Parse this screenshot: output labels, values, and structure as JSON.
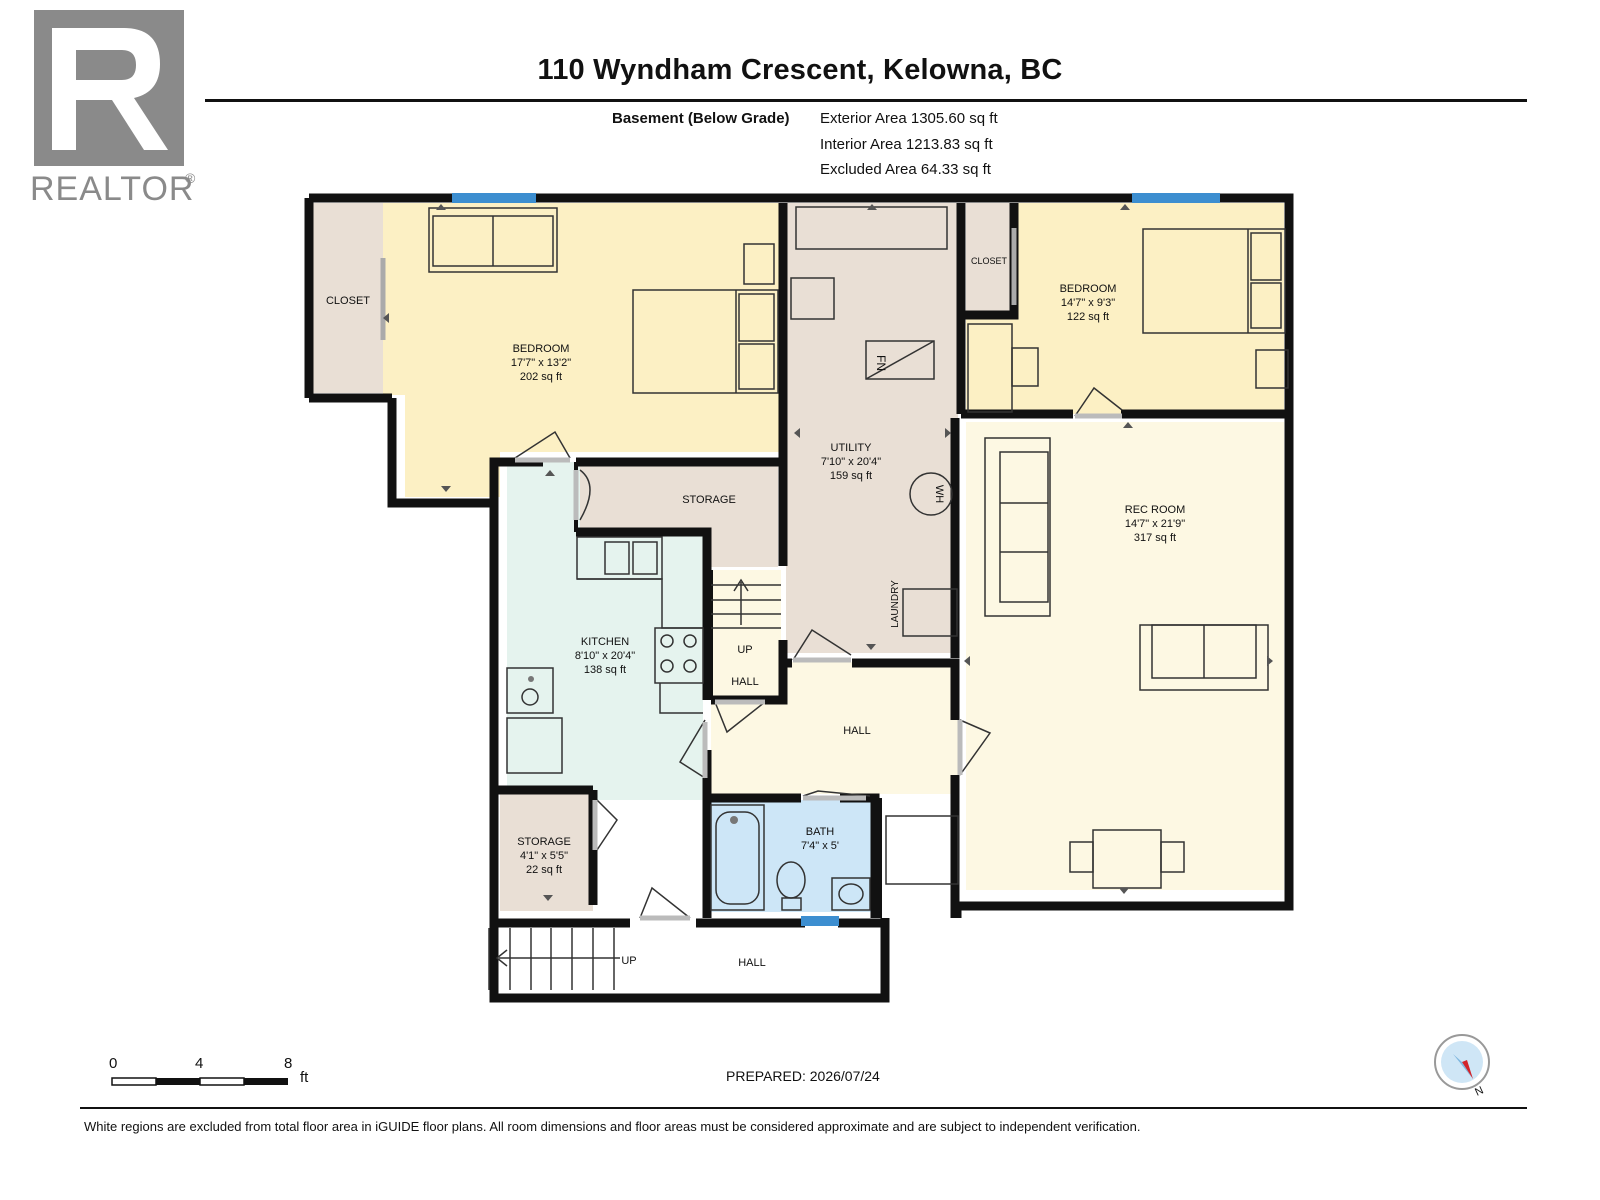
{
  "header": {
    "title": "110 Wyndham Crescent, Kelowna, BC",
    "level_name": "Basement (Below Grade)",
    "exterior_area": "Exterior Area 1305.60 sq ft",
    "interior_area": "Interior Area 1213.83 sq ft",
    "excluded_area": "Excluded Area 64.33 sq ft"
  },
  "logo": {
    "text": "REALTOR",
    "mark": "®"
  },
  "rooms": {
    "closet_left": {
      "name": "CLOSET"
    },
    "bedroom_left": {
      "name": "BEDROOM",
      "dims": "17'7\" x 13'2\"",
      "area": "202 sq ft"
    },
    "utility": {
      "name": "UTILITY",
      "dims": "7'10\" x 20'4\"",
      "area": "159 sq ft"
    },
    "closet_right": {
      "name": "CLOSET"
    },
    "bedroom_right": {
      "name": "BEDROOM",
      "dims": "14'7\" x 9'3\"",
      "area": "122 sq ft"
    },
    "storage_top": {
      "name": "STORAGE"
    },
    "rec_room": {
      "name": "REC ROOM",
      "dims": "14'7\" x 21'9\"",
      "area": "317 sq ft"
    },
    "kitchen": {
      "name": "KITCHEN",
      "dims": "8'10\" x 20'4\"",
      "area": "138 sq ft"
    },
    "stair_hall": {
      "up": "UP",
      "name": "HALL"
    },
    "hall_mid": {
      "name": "HALL"
    },
    "bath": {
      "name": "BATH",
      "dims": "7'4\" x 5'"
    },
    "storage_small": {
      "name": "STORAGE",
      "dims": "4'1\" x 5'5\"",
      "area": "22 sq ft"
    },
    "hall_bottom": {
      "up": "UP",
      "name": "HALL"
    }
  },
  "fixtures": {
    "furnace": "FN",
    "water_heater": "WH",
    "laundry": "LAUNDRY"
  },
  "scale": {
    "tick_0": "0",
    "tick_4": "4",
    "tick_8": "8",
    "unit": "ft"
  },
  "prepared": "PREPARED: 2026/07/24",
  "disclaimer": "White regions are excluded from total floor area in iGUIDE floor plans. All room dimensions and floor areas must be considered approximate and are subject to independent verification.",
  "compass": {
    "label": "N"
  },
  "colors": {
    "bedroom": "#fcf0c4",
    "utility": "#e9dfd5",
    "storage": "#e9dfd5",
    "kitchen": "#e5f3ee",
    "hall": "#fdf8e3",
    "rec_room": "#fdf8e3",
    "bath": "#cde6f7",
    "window": "#3c8ed0",
    "wall": "#111111"
  }
}
